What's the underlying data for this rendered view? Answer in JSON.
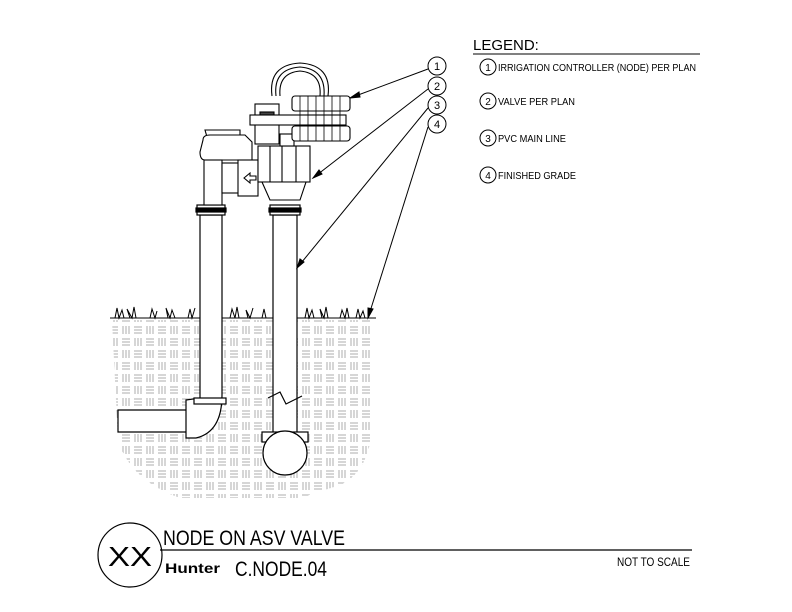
{
  "legend": {
    "title": "LEGEND:",
    "items": [
      {
        "num": "1",
        "label": "IRRIGATION CONTROLLER (NODE) PER PLAN"
      },
      {
        "num": "2",
        "label": "VALVE PER PLAN"
      },
      {
        "num": "3",
        "label": "PVC MAIN LINE"
      },
      {
        "num": "4",
        "label": "FINISHED GRADE"
      }
    ]
  },
  "callouts": [
    "1",
    "2",
    "3",
    "4"
  ],
  "title_block": {
    "detail_id": "XX",
    "title": "NODE ON ASV VALVE",
    "logo": "Hunter",
    "detail_code": "C.NODE.04",
    "scale": "NOT TO SCALE"
  },
  "colors": {
    "line": "#000000",
    "background": "#ffffff"
  }
}
